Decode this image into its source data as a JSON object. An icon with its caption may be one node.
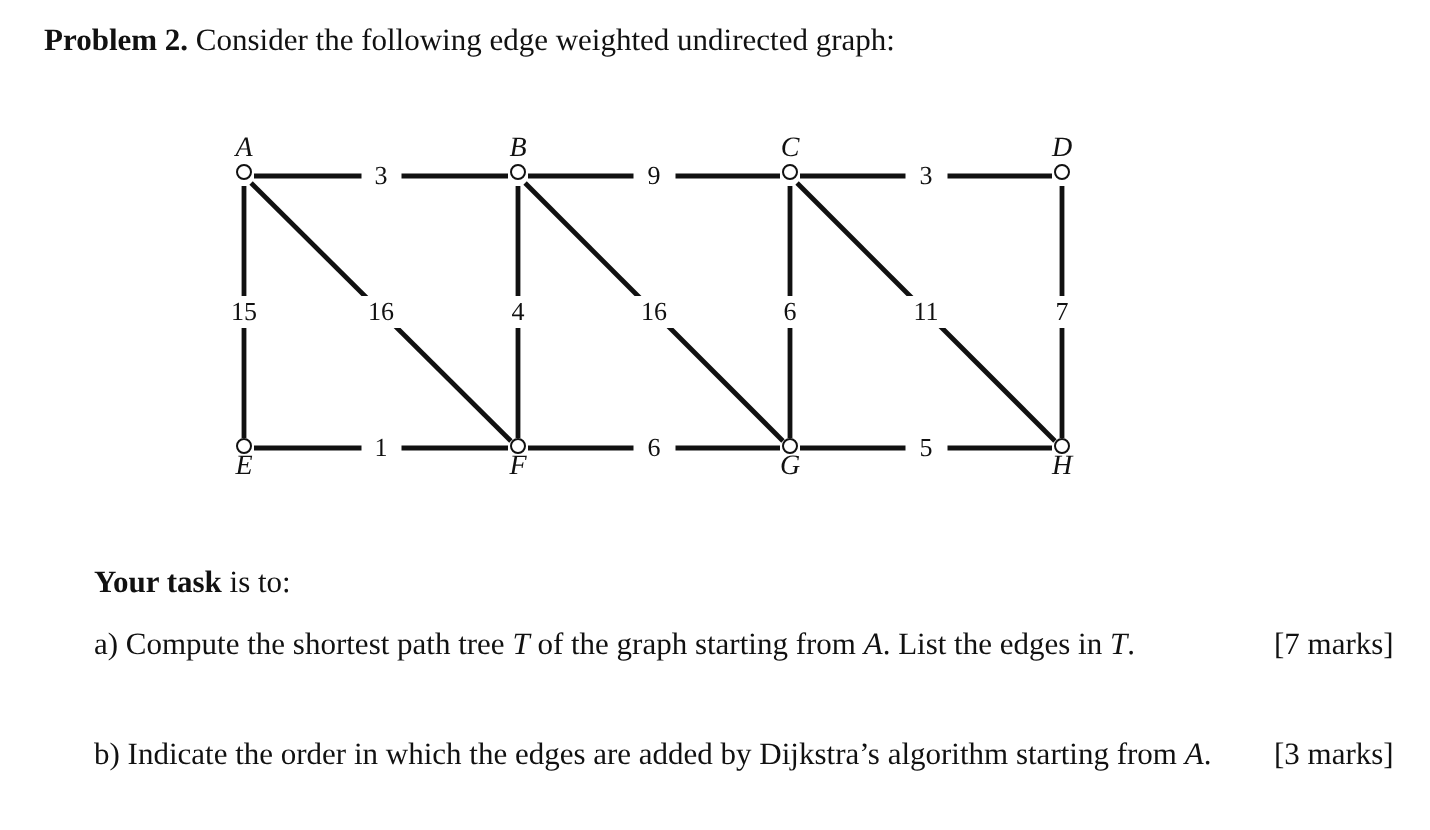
{
  "diagram": {
    "title": "**Problem 2.** Consider the following edge weighted undirected graph:",
    "nodes": [
      {
        "text": [
          "A"
        ]
      },
      {
        "text": [
          "B"
        ]
      },
      {
        "text": [
          "C"
        ]
      },
      {
        "text": [
          "D"
        ]
      },
      {
        "text": [
          "E"
        ]
      },
      {
        "text": [
          "F"
        ]
      },
      {
        "text": [
          "G"
        ]
      },
      {
        "text": [
          "H"
        ]
      }
    ],
    "edges": [
      {
        "from": 0,
        "to": 1,
        "arrow": "none",
        "label": "3"
      },
      {
        "from": 1,
        "to": 2,
        "arrow": "none",
        "label": "9"
      },
      {
        "from": 2,
        "to": 3,
        "arrow": "none",
        "label": "3"
      },
      {
        "from": 0,
        "to": 4,
        "arrow": "none",
        "label": "15"
      },
      {
        "from": 0,
        "to": 5,
        "arrow": "none",
        "label": "16"
      },
      {
        "from": 1,
        "to": 5,
        "arrow": "none",
        "label": "4"
      },
      {
        "from": 1,
        "to": 6,
        "arrow": "none",
        "label": "16"
      },
      {
        "from": 2,
        "to": 6,
        "arrow": "none",
        "label": "6"
      },
      {
        "from": 2,
        "to": 7,
        "arrow": "none",
        "label": "11"
      },
      {
        "from": 3,
        "to": 7,
        "arrow": "none",
        "label": "7"
      },
      {
        "from": 4,
        "to": 5,
        "arrow": "none",
        "label": "1"
      },
      {
        "from": 5,
        "to": 6,
        "arrow": "none",
        "label": "6"
      },
      {
        "from": 6,
        "to": 7,
        "arrow": "none",
        "label": "5"
      }
    ],
    "labels": [
      "**Your task** is to:",
      "a) Compute the shortest path tree *T* of the graph starting from *A*. List the edges in *T*.",
      "[7 marks]",
      "b) Indicate the order in which the edges are added by Dijkstra’s algorithm starting from *A*.",
      "[3 marks]"
    ]
  }
}
